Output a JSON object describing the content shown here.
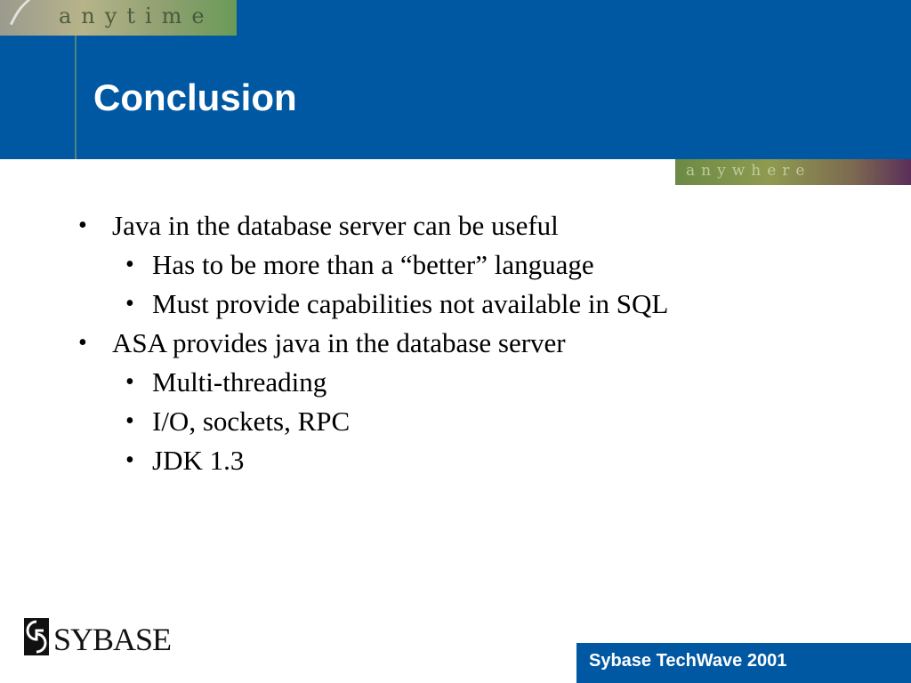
{
  "header": {
    "anytime_label": "anytime",
    "title": "Conclusion",
    "anywhere_label": "anywhere"
  },
  "bullets": [
    {
      "level": 1,
      "text": "Java in the database server can be useful"
    },
    {
      "level": 2,
      "text": "Has to be more than a “better” language"
    },
    {
      "level": 2,
      "text": "Must provide capabilities not available in SQL"
    },
    {
      "level": 1,
      "text": "ASA provides java in the database server"
    },
    {
      "level": 2,
      "text": "Multi-threading"
    },
    {
      "level": 2,
      "text": "I/O, sockets, RPC"
    },
    {
      "level": 2,
      "text": "JDK 1.3"
    }
  ],
  "bullet_glyph": "•",
  "footer": {
    "logo_text": "SYBASE",
    "event_label": "Sybase TechWave 2001"
  },
  "colors": {
    "brand_blue": "#0058a3",
    "text": "#000000"
  }
}
